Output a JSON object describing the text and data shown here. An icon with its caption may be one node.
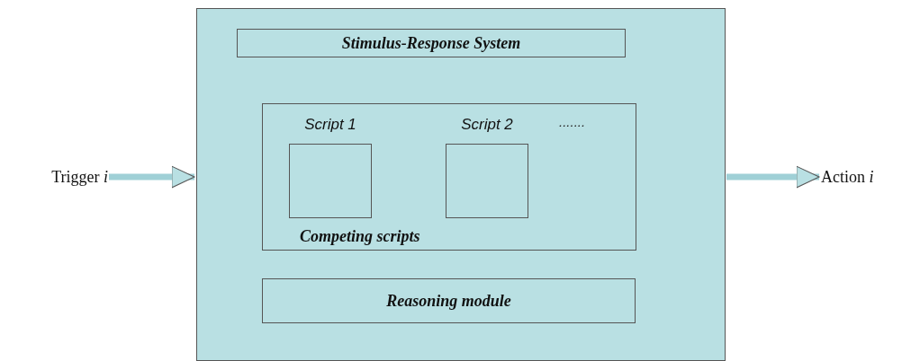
{
  "diagram": {
    "nodes": [
      {
        "text": [],
        "shape": "box"
      },
      {
        "text": [
          "Stimulus-Response System"
        ],
        "in": 0
      },
      {
        "text": [
          "Competing scripts"
        ],
        "in": 0
      },
      {
        "text": [
          "Script 1"
        ],
        "in": 2
      },
      {
        "text": [
          "Script 2"
        ],
        "in": 2
      },
      {
        "text": [
          "Reasoning module"
        ],
        "in": 0
      },
      {
        "text": [
          "Trigger *i*"
        ]
      },
      {
        "text": [
          "Action *i*"
        ]
      }
    ],
    "edges": [
      {
        "from": 6,
        "to": 0,
        "arrow": "to"
      },
      {
        "from": 0,
        "to": 7,
        "arrow": "to"
      }
    ],
    "labels": [
      "......."
    ]
  }
}
